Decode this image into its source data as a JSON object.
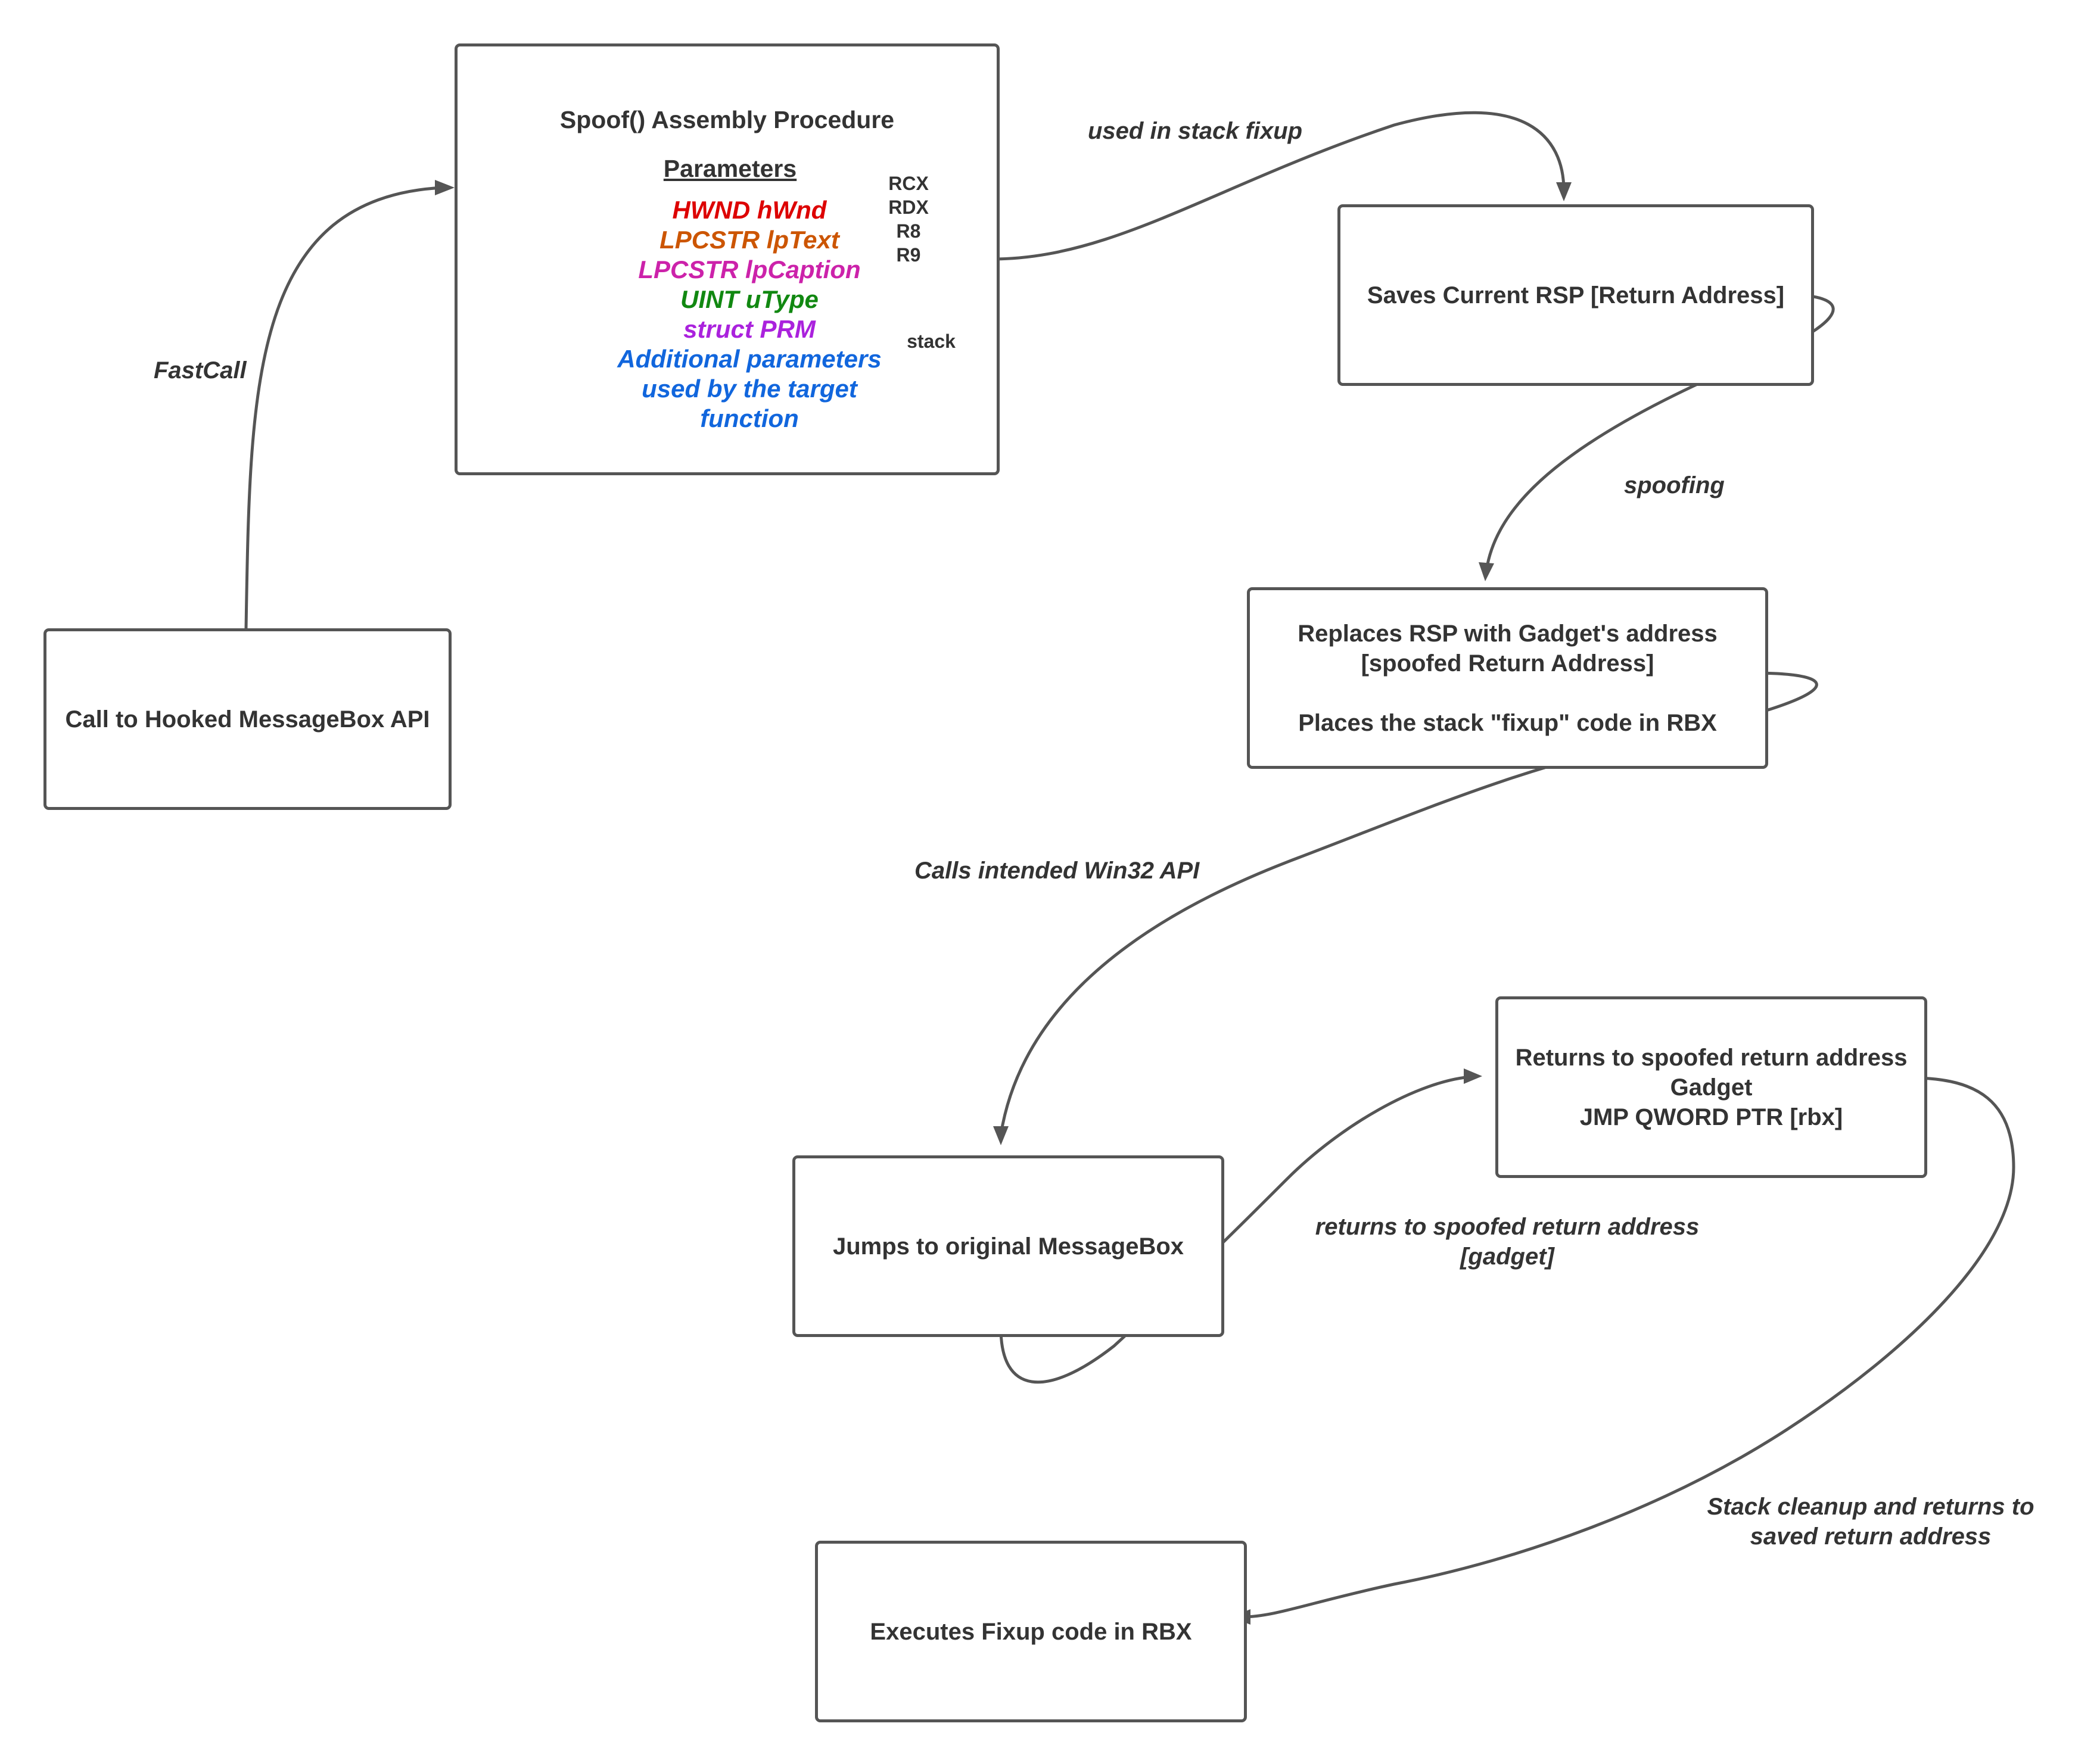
{
  "colors": {
    "stroke": "#555555",
    "text": "#333333",
    "param_hwnd": "#dd0000",
    "param_lptext": "#cc5500",
    "param_lpcaption": "#cc22aa",
    "param_utype": "#118811",
    "param_struct": "#aa22dd",
    "param_additional": "#1166dd"
  },
  "nodes": {
    "hooked_call": {
      "label": "Call to Hooked MessageBox API"
    },
    "spoof_proc": {
      "title": "Spoof() Assembly Procedure",
      "params_heading": "Parameters",
      "params": [
        "HWND hWnd",
        "LPCSTR lpText",
        "LPCSTR lpCaption",
        "UINT uType",
        "struct PRM"
      ],
      "additional_lines": [
        "Additional parameters",
        "used by the target",
        "function"
      ],
      "registers": [
        "RCX",
        "RDX",
        "R8",
        "R9"
      ],
      "stack_label": "stack"
    },
    "save_rsp": {
      "label": "Saves Current RSP [Return Address]"
    },
    "replace_rsp": {
      "lines": [
        "Replaces RSP with Gadget's address",
        "[spoofed Return Address]",
        "",
        "Places the stack \"fixup\" code in RBX"
      ]
    },
    "returns_gadget": {
      "lines": [
        "Returns to spoofed return address",
        "Gadget",
        "JMP QWORD PTR [rbx]"
      ]
    },
    "jumps_original": {
      "label": "Jumps to original MessageBox"
    },
    "exec_fixup": {
      "label": "Executes  Fixup code in RBX"
    }
  },
  "edge_labels": {
    "fastcall": [
      "FastCall"
    ],
    "stack_fixup": [
      "used in stack fixup"
    ],
    "spoofing": [
      "spoofing"
    ],
    "calls_win32": [
      "Calls intended Win32 API"
    ],
    "returns_spoofed": [
      "returns to spoofed return address",
      "[gadget]"
    ],
    "cleanup": [
      "Stack cleanup and returns to",
      "saved return address"
    ]
  }
}
